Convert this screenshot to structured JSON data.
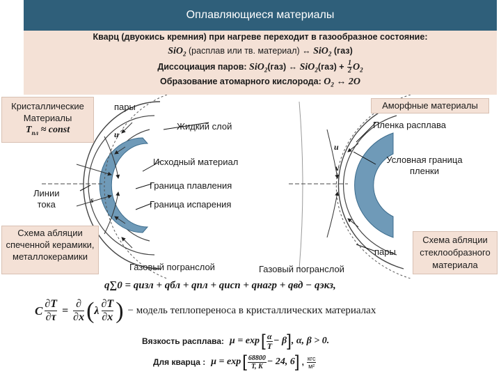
{
  "title": "Оплавляющиеся материалы",
  "top": {
    "line1": "Кварц (двуокись кремния) при нагреве переходит в газообразное состояние:",
    "line2_sio2_a": "SiO",
    "line2_sub_a": "2",
    "line2_mid": " (расплав или тв. материал) ↔ ",
    "line2_sio2_b": "SiO",
    "line2_sub_b": "2",
    "line2_end": " (газ)",
    "line3_label": "Диссоциация паров:  ",
    "line3_sio2_a": "SiO",
    "line3_sub": "2",
    "line3_gas": "(газ) ↔ ",
    "line3_sio": "SiO",
    "line3_sub2": "2",
    "line3_gas2": "(газ) + ",
    "line3_frac_num": "1",
    "line3_frac_den": "2",
    "line3_o2": "O",
    "line3_o2_sub": "2",
    "line4_label": "Образование атомарного кислорода:  ",
    "line4_o": "O",
    "line4_sub": "2",
    "line4_arrow": " ↔ 2O"
  },
  "left_box": {
    "line1": "Кристаллические",
    "line2": "Материалы",
    "formula_t": "T",
    "formula_sub": "пл",
    "formula_rest": " ≈ const"
  },
  "labels": {
    "pary_left": "пары",
    "liquid_layer": "Жидкий слой",
    "initial_material": "Исходный материал",
    "melt_boundary": "Граница плавления",
    "evap_boundary": "Граница испарения",
    "gas_layer_left": "Газовый погранслой",
    "gas_layer_right": "Газовый погранслой",
    "melt_film": "Пленка расплава",
    "conditional_boundary": "Условная граница пленки",
    "pary_right": "пары",
    "u_left": "u",
    "u_right": "u",
    "s_left": "s",
    "v_right": "v"
  },
  "stream_box": {
    "line1": "Линии",
    "line2": "тока"
  },
  "amorph_box": {
    "text": "Аморфные материалы"
  },
  "ablation_left": {
    "text": "Схема абляции спеченной керамики, металлокерамики"
  },
  "ablation_right": {
    "text": "Схема абляции стеклообразного материала"
  },
  "heat_balance": "q∑0 = qизл + qбл + qпл + qисп + qнагр + qвд − qэкз,",
  "heat_eq": {
    "c": "C",
    "dT": "∂T",
    "dtau": "∂τ",
    "eq": "=",
    "d": "∂",
    "dx": "∂x",
    "lambda": "λ",
    "dT2": "∂T",
    "dx2": "∂x",
    "desc": "− модель теплопереноса в кристаллических материалах"
  },
  "viscosity": {
    "label": "Вязкость расплава:",
    "mu": "μ = exp",
    "alpha": "α",
    "t": "T",
    "beta": "− β",
    "cond": ",   α, β > 0."
  },
  "quartz": {
    "label": "Для кварца :",
    "mu": "μ = exp",
    "num": "68800",
    "den": "T, K",
    "rest": "− 24, 6",
    "unit_num": "кгс",
    "unit_den": "м²"
  }
}
